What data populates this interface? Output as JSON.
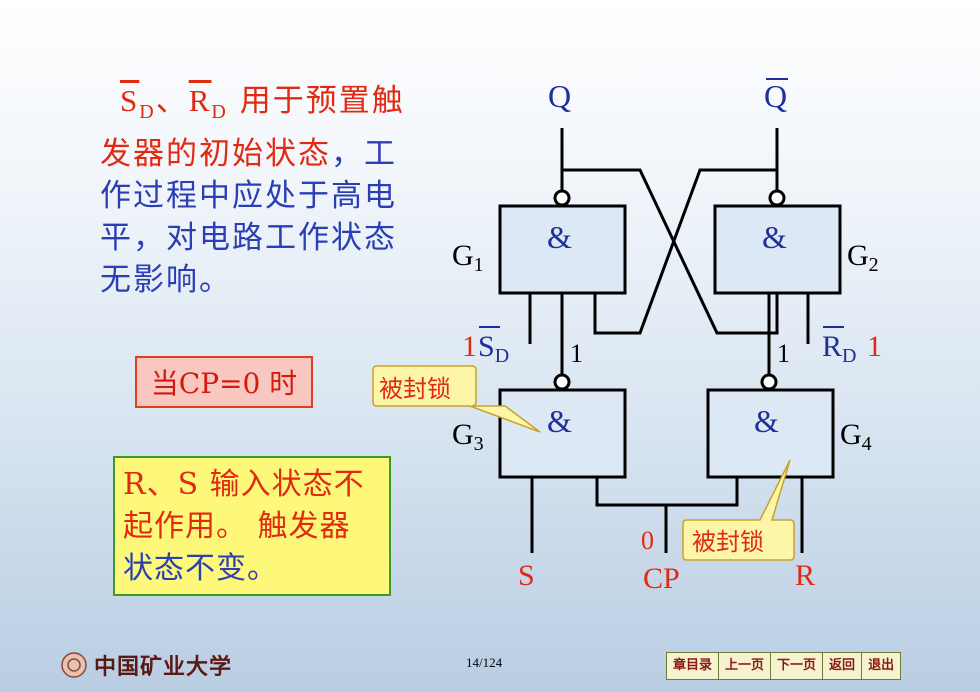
{
  "desc": {
    "sd_label": "S",
    "sd_sub": "D",
    "sep": "、",
    "rd_label": "R",
    "rd_sub": "D",
    "line1_rest": " 用于预置触",
    "line2_red": "发器的初始状态",
    "line2_blue": "，工",
    "line3": "作过程中应处于高电",
    "line4": "平，对电路工作状态",
    "line5": "无影响。"
  },
  "cp_box": "当CP=0 时",
  "note": {
    "line1": "R、S 输入状态不",
    "line2": "起作用。 触发器",
    "line3": "状态不变。"
  },
  "diagram": {
    "q": "Q",
    "qbar": "Q",
    "g1": "G",
    "g1_sub": "1",
    "g2": "G",
    "g2_sub": "2",
    "g3": "G",
    "g3_sub": "3",
    "g4": "G",
    "g4_sub": "4",
    "and_symbol": "&",
    "sd_one": "1",
    "sd": "S",
    "sd_sub": "D",
    "rd": "R",
    "rd_sub": "D",
    "rd_one": "1",
    "one_left": "1",
    "one_right": "1",
    "s": "S",
    "r": "R",
    "cp": "CP",
    "cp_zero": "0",
    "callout": "被封锁"
  },
  "footer": {
    "university": "中国矿业大学",
    "page": "14/124",
    "nav": [
      "章目录",
      "上一页",
      "下一页",
      "返回",
      "退出"
    ]
  }
}
